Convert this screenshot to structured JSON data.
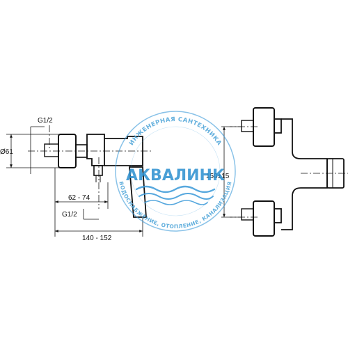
{
  "dimensions": {
    "g12_top": "G1/2",
    "diameter": "Ø61",
    "range_62_74": "62 - 74",
    "g12_bottom": "G1/2",
    "range_140_152": "140 - 152",
    "spacing_150": "150±15"
  },
  "watermark": {
    "arc_top": "ИНЖЕНЕРНАЯ САНТЕХНИКА",
    "brand": "АКВАЛИНК",
    "arc_bottom": "ВОДОСНАБЖЕНИЕ, ОТОПЛЕНИЕ, КАНАЛИЗАЦИЯ",
    "color": "#3a9ad9"
  }
}
